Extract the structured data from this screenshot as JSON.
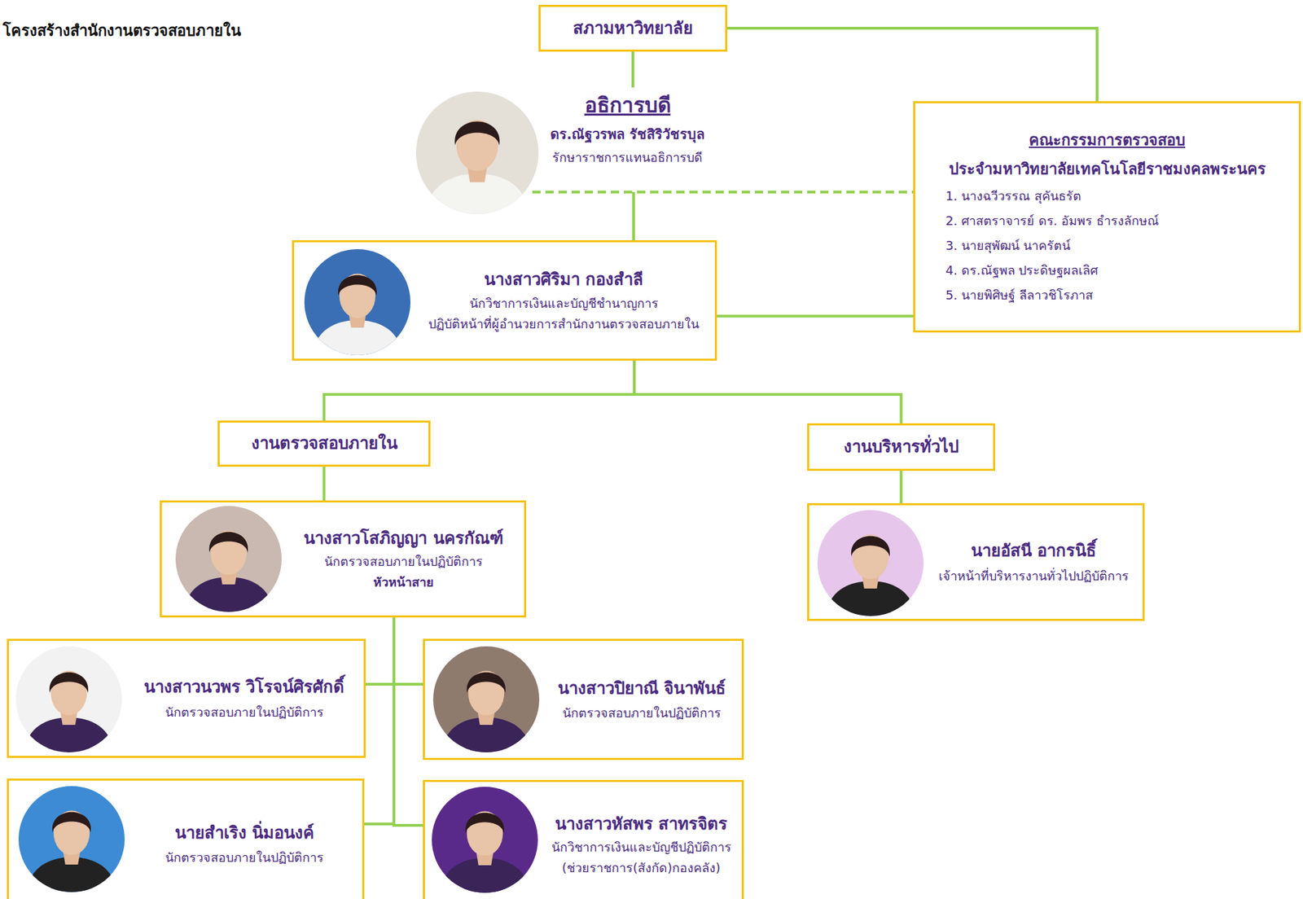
{
  "diagram": {
    "title": "โครงสร้างสำนักงานตรวจสอบภายใน",
    "nodes": [
      {
        "text": [
          "สภามหาวิทยาลัย"
        ]
      },
      {
        "text": [
          "อธิการบดี",
          "ดร.ณัฐวรพล รัชสิริวัชรบุล",
          "รักษาราชการแทนอธิการบดี"
        ]
      },
      {
        "text": [
          "คณะกรรมการตรวจสอบ",
          "ประจำมหาวิทยาลัยเทคโนโลยีราชมงคลพระนคร",
          "1. นางฉวีวรรณ สุคันธรัต",
          "2. ศาสตราจารย์ ดร. อัมพร ธำรงลักษณ์",
          "3. นายสุพัฒน์ นาครัตน์",
          "4. ดร.ณัฐพล ประดิษฐผลเลิศ",
          "5. นายพิศิษฐ์ ลีลาวชิโรภาส"
        ]
      },
      {
        "text": [
          "นางสาวศิริมา กองสำลี",
          "นักวิชาการเงินและบัญชีชำนาญการ",
          "ปฏิบัติหน้าที่ผู้อำนวยการสำนักงานตรวจสอบภายใน"
        ]
      },
      {
        "text": [
          "งานตรวจสอบภายใน"
        ]
      },
      {
        "text": [
          "งานบริหารทั่วไป"
        ]
      },
      {
        "text": [
          "นางสาวโสภิญญา นครกัณฑ์",
          "นักตรวจสอบภายในปฏิบัติการ",
          "หัวหน้าสาย"
        ]
      },
      {
        "text": [
          "นายอัสนี อากรนิธิ์",
          "เจ้าหน้าที่บริหารงานทั่วไปปฏิบัติการ"
        ]
      },
      {
        "text": [
          "นางสาวนวพร วิโรจน์ศิรศักดิ์",
          "นักตรวจสอบภายในปฏิบัติการ"
        ]
      },
      {
        "text": [
          "นางสาวปิยาณี จินาพันธ์",
          "นักตรวจสอบภายในปฏิบัติการ"
        ]
      },
      {
        "text": [
          "นายสำเริง นิ่มอนงค์",
          "นักตรวจสอบภายในปฏิบัติการ"
        ]
      },
      {
        "text": [
          "นางสาวหัสพร สาทรจิตร",
          "นักวิชาการเงินและบัญชีปฏิบัติการ",
          "(ช่วยราชการ(สังกัด)กองคลัง)"
        ]
      }
    ],
    "edges": [
      {
        "from": 0,
        "to": 1,
        "arrow": "none"
      },
      {
        "from": 0,
        "to": 2,
        "arrow": "none"
      },
      {
        "from": 1,
        "to": 2,
        "arrow": "none"
      },
      {
        "from": 1,
        "to": 3,
        "arrow": "none"
      },
      {
        "from": 2,
        "to": 3,
        "arrow": "none"
      },
      {
        "from": 3,
        "to": 4,
        "arrow": "none"
      },
      {
        "from": 3,
        "to": 5,
        "arrow": "none"
      },
      {
        "from": 4,
        "to": 6,
        "arrow": "none"
      },
      {
        "from": 5,
        "to": 7,
        "arrow": "none"
      },
      {
        "from": 6,
        "to": 8,
        "arrow": "none"
      },
      {
        "from": 6,
        "to": 9,
        "arrow": "none"
      },
      {
        "from": 6,
        "to": 10,
        "arrow": "none"
      },
      {
        "from": 6,
        "to": 11,
        "arrow": "none"
      }
    ]
  }
}
